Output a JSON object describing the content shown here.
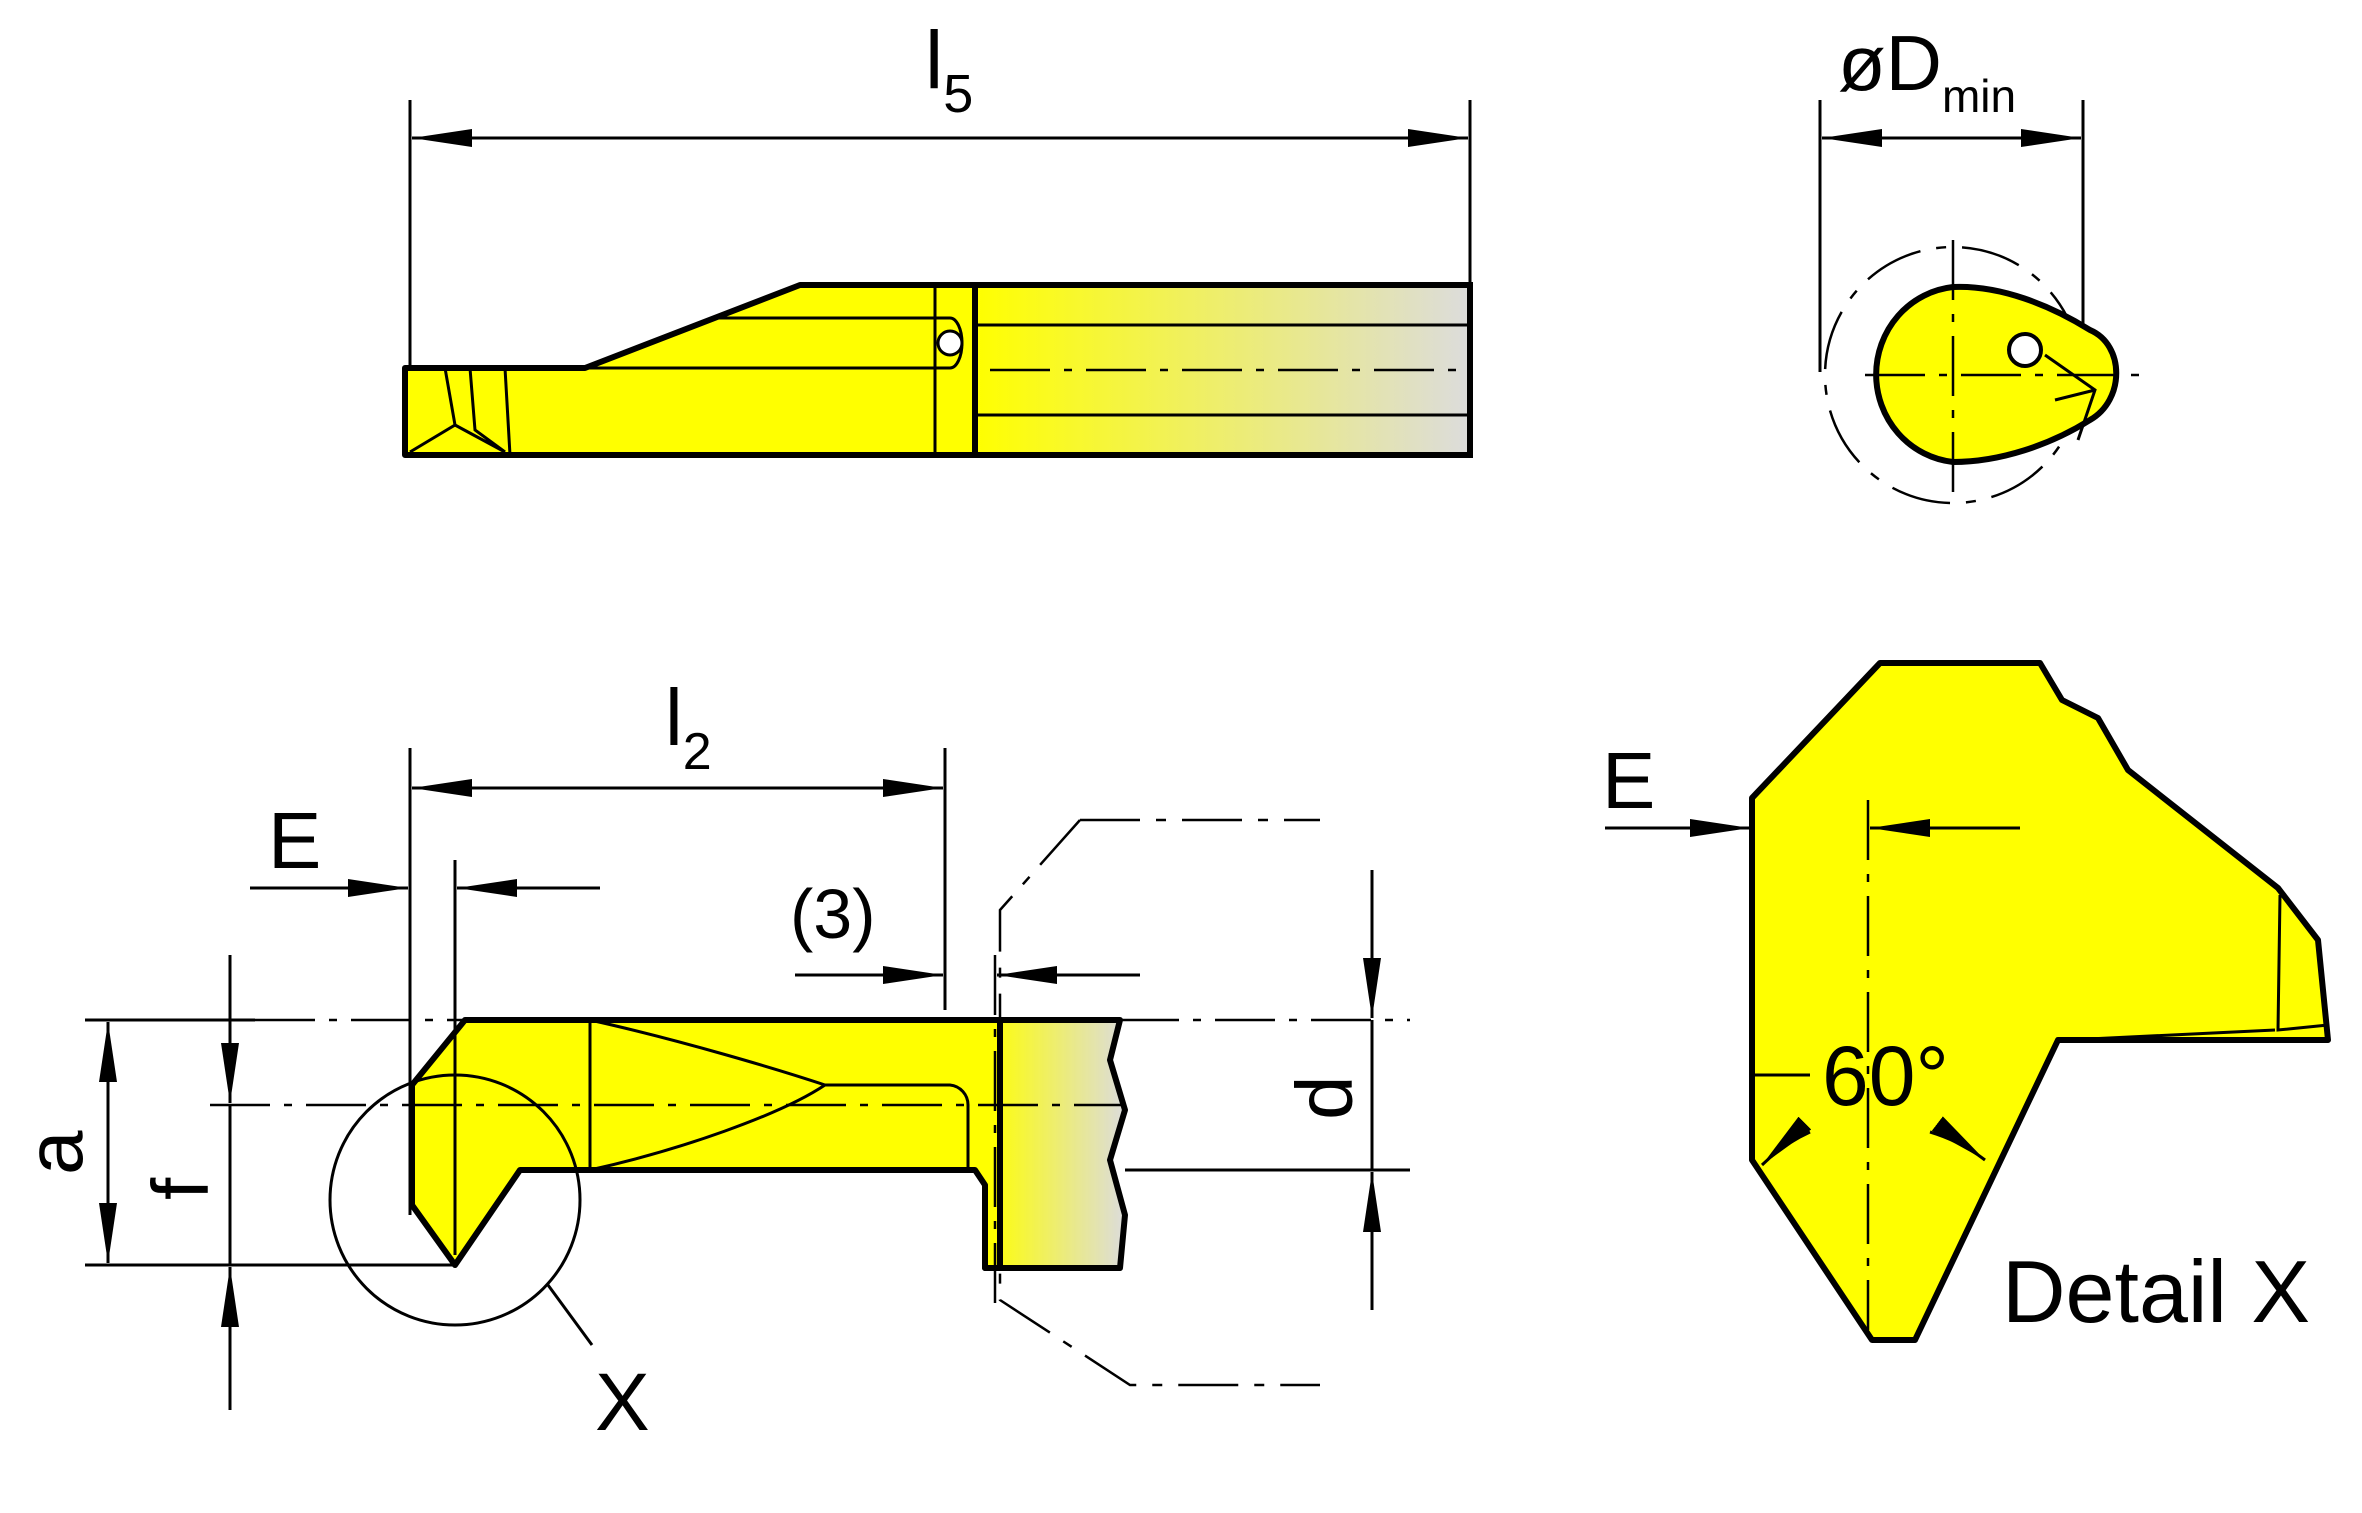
{
  "labels": {
    "l5_main": "l",
    "l5_sub": "5",
    "dmin_main": "øD",
    "dmin_sub": "min",
    "l2_main": "l",
    "l2_sub": "2",
    "e_side": "E",
    "e_detail": "E",
    "three": "(3)",
    "a": "a",
    "f": "f",
    "d": "d",
    "x": "X",
    "angle": "60°",
    "detail": "Detail X"
  },
  "colors": {
    "insert_yellow": "#ffff00",
    "shank_grey": "#dcdcdc",
    "line": "#000000"
  }
}
